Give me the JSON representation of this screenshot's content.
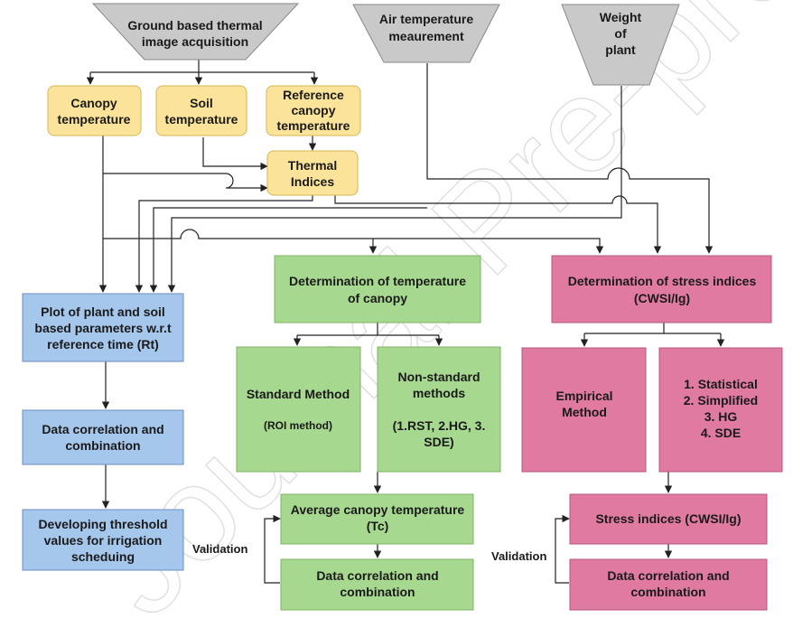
{
  "watermark": "Journal Pre-proof",
  "colors": {
    "trapezoid": "#c9c9c9",
    "yellow": "#fbe49a",
    "yellow_border": "#d6b656",
    "green": "#a7d88f",
    "green_border": "#82b366",
    "pink": "#e07aa0",
    "pink_border": "#b85480",
    "blue": "#a6c7ec",
    "blue_border": "#6c8ebf",
    "line": "#222222"
  },
  "inputs": {
    "thermal_image": [
      "Ground based thermal",
      "image acquisition"
    ],
    "air_temperature": [
      "Air temperature",
      "meaurement"
    ],
    "weight": [
      "Weight",
      "of",
      "plant"
    ]
  },
  "yellow": {
    "canopy": [
      "Canopy",
      "temperature"
    ],
    "soil": [
      "Soil",
      "temperature"
    ],
    "reference": [
      "Reference",
      "canopy",
      "temperature"
    ],
    "thermal_indices": [
      "Thermal",
      "Indices"
    ]
  },
  "blue": {
    "plot": [
      "Plot of plant and soil",
      "based parameters w.r.t",
      "reference time (Rt)"
    ],
    "data_correlation": [
      "Data correlation and",
      "combination"
    ],
    "threshold": [
      "Developing threshold",
      "values for irrigation",
      "scheduing"
    ]
  },
  "green": {
    "determination": [
      "Determination of temperature",
      "of canopy"
    ],
    "standard_title": "Standard Method",
    "standard_sub": "(ROI method)",
    "nonstandard_title": [
      "Non-standard",
      "methods"
    ],
    "nonstandard_sub": [
      "(1.RST, 2.HG, 3.",
      "SDE)"
    ],
    "average": [
      "Average canopy temperature",
      "(Tc)"
    ],
    "data_correlation": [
      "Data correlation and",
      "combination"
    ]
  },
  "pink": {
    "determination": [
      "Determination of stress indices",
      "(CWSI/Ig)"
    ],
    "empirical": [
      "Empirical",
      "Method"
    ],
    "methods_list": [
      "1. Statistical",
      "2. Simplified",
      "3. HG",
      "4. SDE"
    ],
    "stress_indices": [
      "Stress indices (CWSI/Ig)"
    ],
    "data_correlation": [
      "Data correlation and",
      "combination"
    ]
  },
  "labels": {
    "validation_green": "Validation",
    "validation_pink": "Validation"
  }
}
